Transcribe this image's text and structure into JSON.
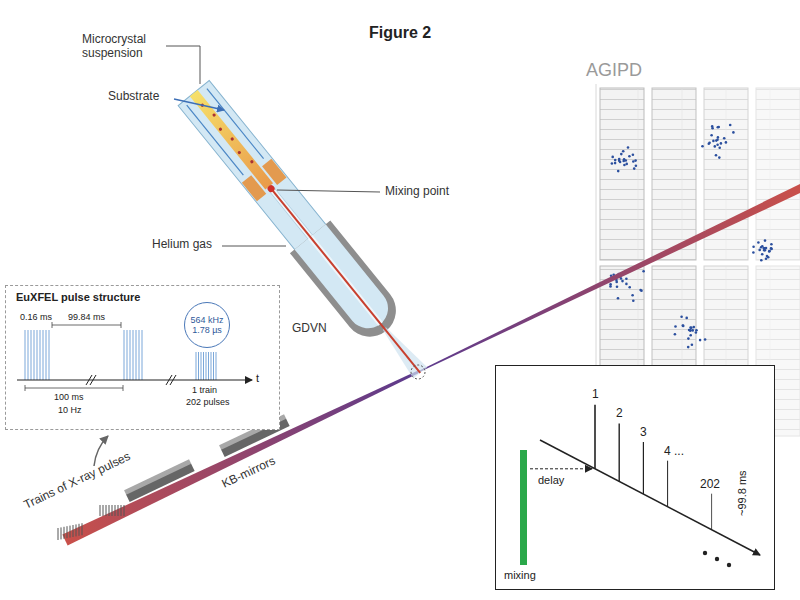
{
  "diagram": {
    "title": "Figure 2",
    "nodes": [
      {
        "text": [
          "EuXFEL pulse structure",
          "0.16 ms",
          "99.84 ms",
          "100 ms",
          "10 Hz",
          "1 train",
          "202 pulses",
          "t"
        ]
      },
      {
        "text": [
          "564 kHz",
          "1.78 µs"
        ],
        "in": 0
      },
      {
        "text": [
          "1",
          "2",
          "3",
          "4 ...",
          "202",
          "delay",
          "~99.8 ms",
          "mixing"
        ]
      }
    ],
    "labels": [
      "Microcrystal suspension",
      "Substrate",
      "Mixing point",
      "Helium gas",
      "GDVN",
      "AGIPD",
      "KB-mirrors",
      "Trains of X-ray pulses"
    ]
  }
}
